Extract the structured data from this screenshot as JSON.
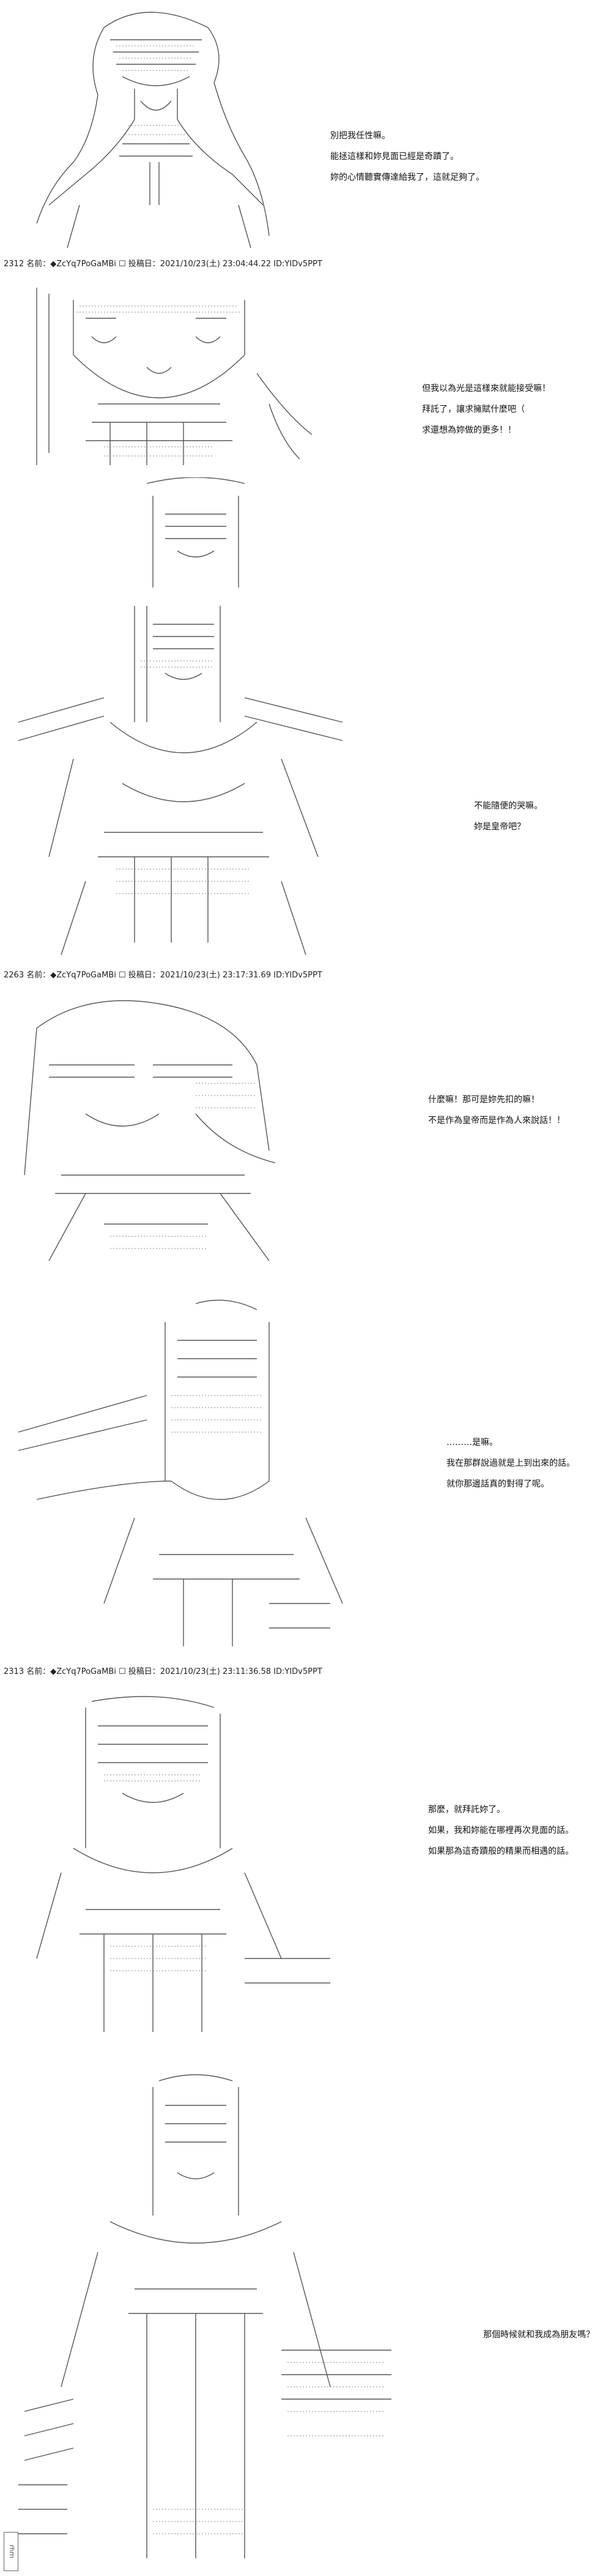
{
  "posts": [
    {
      "header": "",
      "lines": [
        "別把我任性嘛。",
        "能拯這樣和妳見面已經是奇蹟了。",
        "妳的心情聽實傳達給我了，這就足夠了。"
      ]
    },
    {
      "header": "2312 名前：◆ZcYq7PoGaMBi ☐ 投稿日：2021/10/23(土) 23:04:44.22 ID:YIDv5PPT",
      "lines": [
        "但我以為光是這樣來就能接受嘛！",
        "拜託了，讓求擁賦什麼吧（",
        "求還想為妳做的更多！！"
      ]
    },
    {
      "header": "",
      "lines": [
        "不能隨便的哭嘛。",
        "妳是皇帝吧？"
      ]
    },
    {
      "header": "2263 名前：◆ZcYq7PoGaMBi ☐ 投稿日：2021/10/23(土) 23:17:31.69 ID:YIDv5PPT",
      "lines": [
        "什麼嘛！那可是妳先扣的嘛！",
        "不是作為皇帝而是作為人來說話！！"
      ]
    },
    {
      "header": "",
      "lines": [
        "………是嘛。",
        "我在那群說過就是上到出來的話。",
        "就你那邊話真的對得了呢。"
      ]
    },
    {
      "header": "2313 名前：◆ZcYq7PoGaMBi ☐ 投稿日：2021/10/23(土) 23:11:36.58 ID:YIDv5PPT",
      "lines": [
        "那麼，就拜託妳了。",
        "如果，我和妳能在哪裡再次見面的話。",
        "如果那為這奇蹟般的精果而相遇的話。"
      ]
    },
    {
      "header": "",
      "lines": [
        "那個時候就和我成為朋友嗎？"
      ]
    }
  ],
  "stamp": "rhm"
}
